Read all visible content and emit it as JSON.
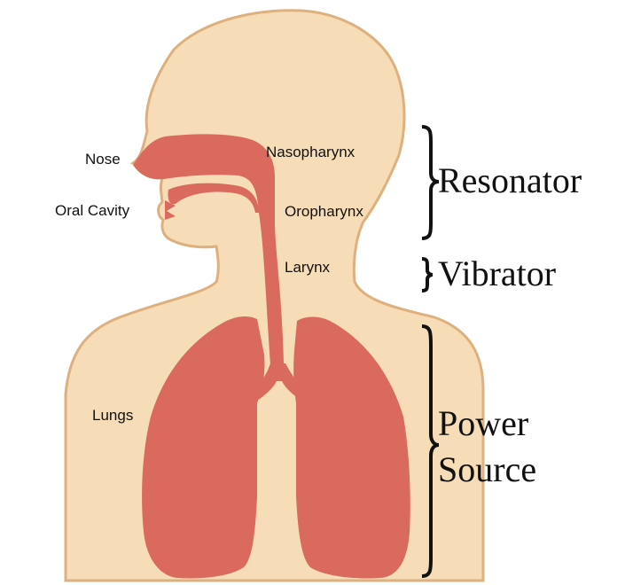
{
  "colors": {
    "skin": "#F7DDB7",
    "outline": "#DDB07E",
    "organ": "#D96A5D",
    "bracket": "#111111"
  },
  "labels": {
    "nose": "Nose",
    "oral_cavity": "Oral Cavity",
    "nasopharynx": "Nasopharynx",
    "oropharynx": "Oropharynx",
    "larynx": "Larynx",
    "lungs": "Lungs"
  },
  "groups": {
    "resonator": "Resonator",
    "vibrator": "Vibrator",
    "power_line1": "Power",
    "power_line2": "Source"
  }
}
